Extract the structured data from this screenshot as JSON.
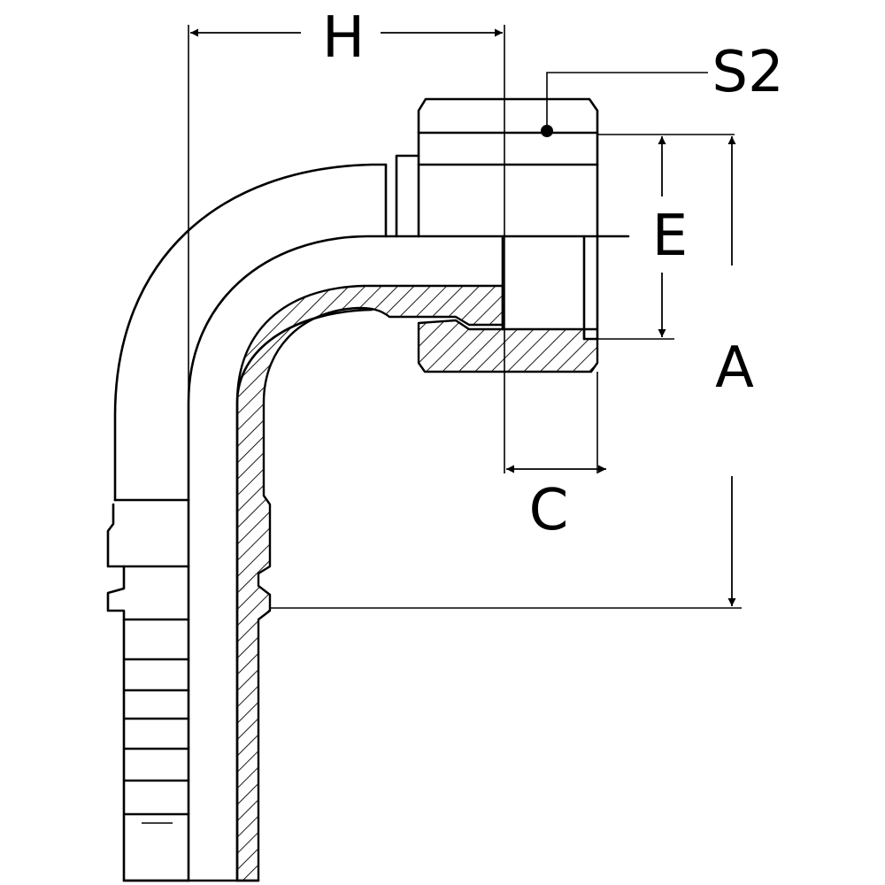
{
  "dimensions": {
    "h": "H",
    "s2": "S2",
    "e": "E",
    "a": "A",
    "c": "C"
  },
  "colors": {
    "line": "#000000",
    "background": "#ffffff"
  }
}
